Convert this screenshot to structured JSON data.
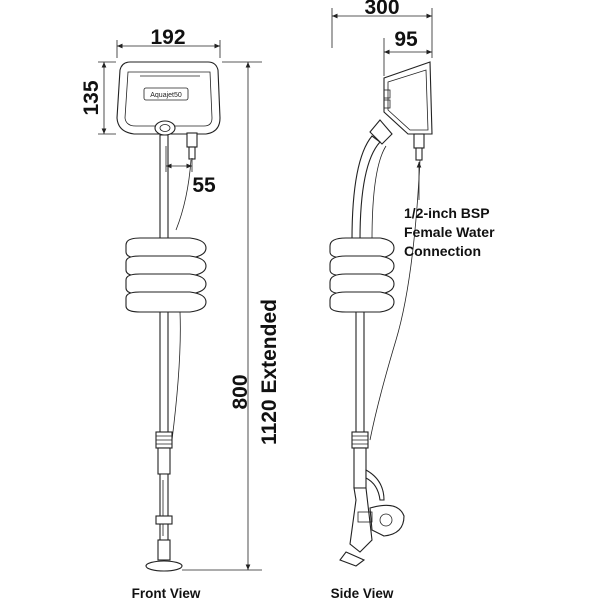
{
  "dimensions": {
    "front_width": "192",
    "front_height": "135",
    "front_offset": "55",
    "side_width": "300",
    "side_head": "95",
    "length": "800",
    "length_extended": "1120 Extended"
  },
  "labels": {
    "product_name": "Aquajet50",
    "connection_line1": "1/2-inch BSP",
    "connection_line2": "Female Water",
    "connection_line3": "Connection"
  },
  "captions": {
    "front": "Front View",
    "side": "Side View"
  }
}
